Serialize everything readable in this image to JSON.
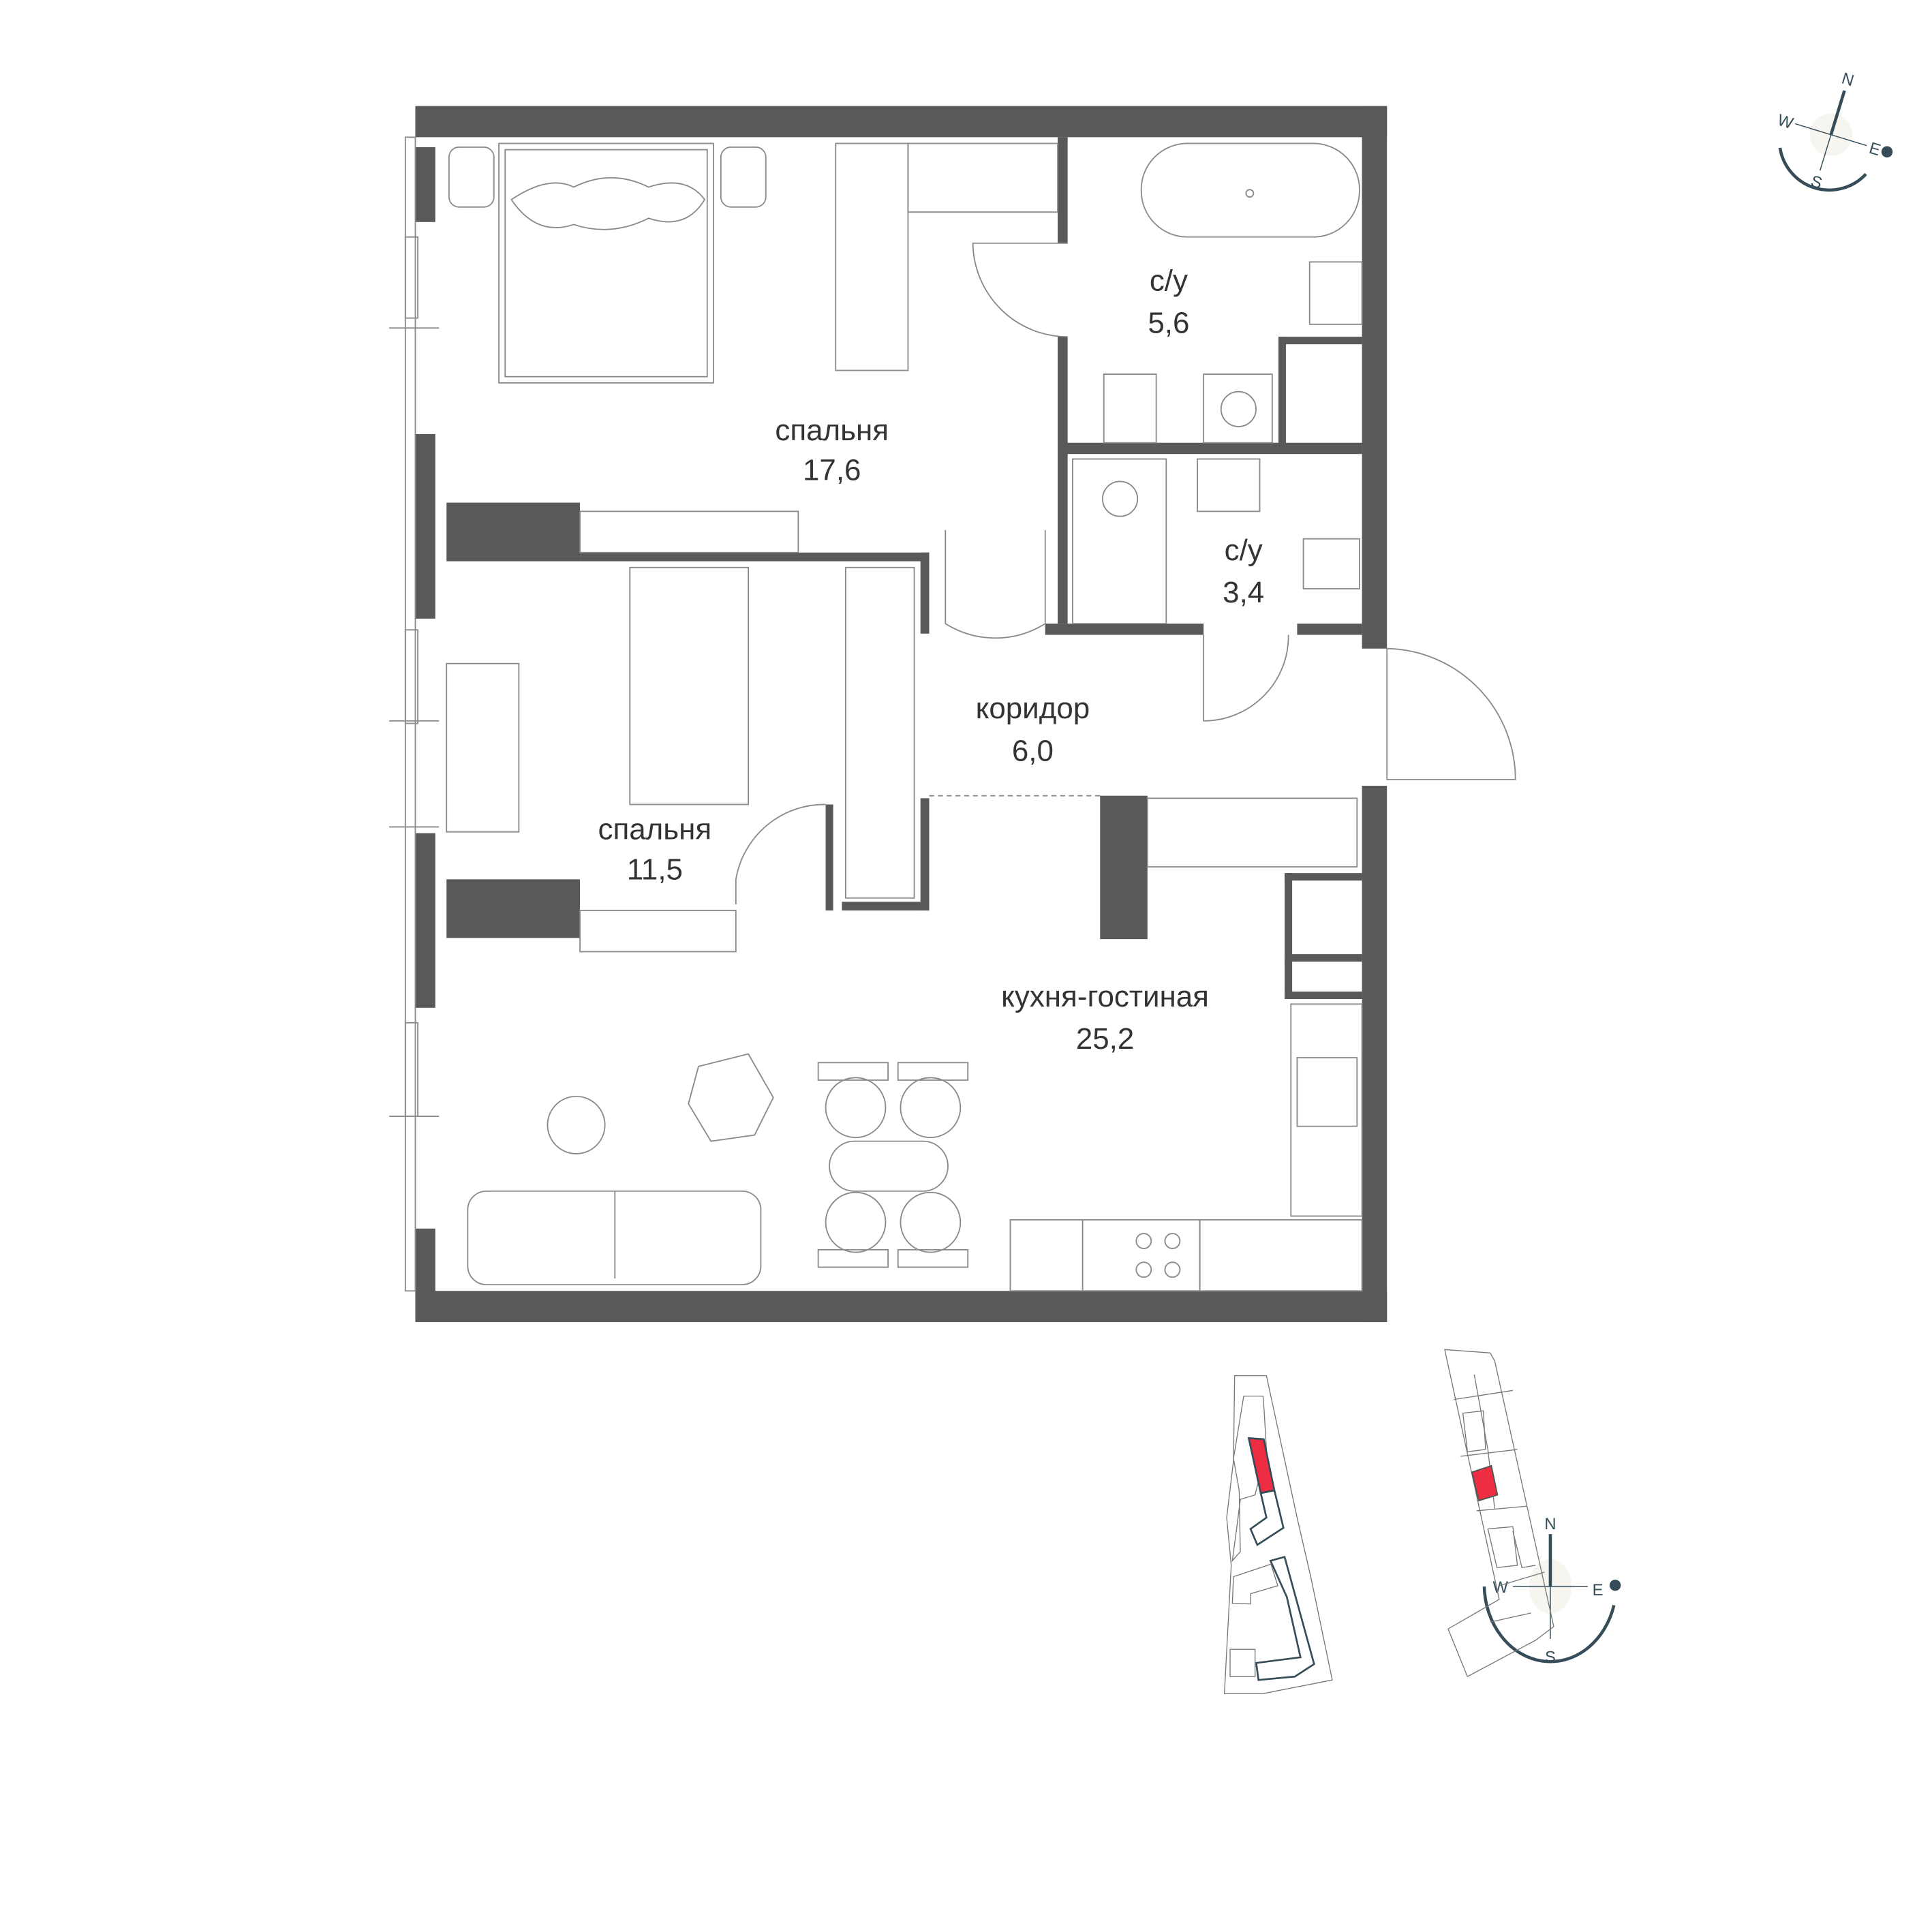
{
  "rooms": [
    {
      "name": "спальня",
      "area": "17,6"
    },
    {
      "name": "спальня",
      "area": "11,5"
    },
    {
      "name": "с/у",
      "area": "5,6"
    },
    {
      "name": "с/у",
      "area": "3,4"
    },
    {
      "name": "коридор",
      "area": "6,0"
    },
    {
      "name": "кухня-гостиная",
      "area": "25,2"
    }
  ],
  "compass": {
    "n": "N",
    "s": "S",
    "e": "E",
    "w": "W"
  },
  "colors": {
    "wall": "#595959",
    "highlight": "#EE2C42",
    "compass": "#364D59"
  }
}
